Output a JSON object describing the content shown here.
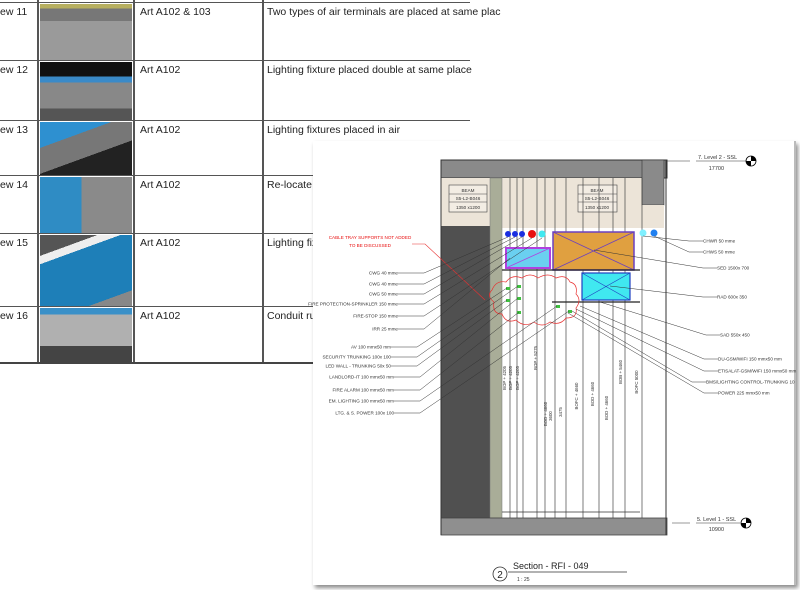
{
  "document_table": {
    "rows": [
      {
        "view": "ew 11",
        "reference": "Art A102 & 103",
        "description": "Two types of air terminals are placed at same plac"
      },
      {
        "view": "ew 12",
        "reference": "Art A102",
        "description": "Lighting fixture placed double at same place"
      },
      {
        "view": "ew 13",
        "reference": "Art A102",
        "description": "Lighting fixtures placed in air"
      },
      {
        "view": "ew 14",
        "reference": "Art A102",
        "description": "Re-locate el"
      },
      {
        "view": "ew 15",
        "reference": "Art A102",
        "description": "Lighting fixtu"
      },
      {
        "view": "ew 16",
        "reference": "Art A102",
        "description": "Conduit runn"
      }
    ]
  },
  "drawing": {
    "beam_left": {
      "title": "BEAM",
      "id": "S5-L2-B046",
      "size": "1350 x1200"
    },
    "beam_right": {
      "title": "BEAM",
      "id": "S5-L2-B046",
      "size": "1350 x1200"
    },
    "red_note": [
      "CABLE TRAY SUPPORTS NOT ADDED",
      "TO BE DISCUSSED"
    ],
    "left_labels": [
      "CWG 40 mme",
      "CWG 40 mme",
      "CWG 50 mme",
      "FIRE PROTECTION-SPRINKLER 150 mme",
      "FIRE-STOP 150 mme",
      "IRR 25 mme",
      "AV 100 mmx50 mm",
      "SECURITY TRUNKING 100x 100",
      "LED WALL - TRUNKING 50x 50",
      "LANDLORD-IT 100 mmx50 mm",
      "FIRE ALARM 100 mmx50 mm",
      "EM. LIGHTING 100 mmx50 mm",
      "LTG. & S. POWER 100x 100"
    ],
    "right_labels": [
      "CHWR 50 mme",
      "CHWS 50 mme",
      "SED 1500x 700",
      "RAD 600x 350",
      "SAD 550x 450",
      "DU-GSM/WIFI 150 mmx50 mm",
      "ETISALAT-GSM/WIFI 150 mmx50 mm",
      "BMS/LIGHTING CONTROL-TRUNKING 10",
      "POWER 225 mmx50 mm"
    ],
    "vertical_labels": [
      "BOP + 4205",
      "BOP + 4205",
      "BOP + 4205",
      "BOP + 5275",
      "BOD + 4660",
      "3600",
      "3475",
      "BOFC + 4660",
      "BOD + 4660",
      "BOD + 4660",
      "BOB + 5460",
      "BOFC 5000"
    ],
    "level_top": {
      "name": "7. Level 2 - SSL",
      "elevation": "17700"
    },
    "level_bottom": {
      "name": "5. Level 1 - SSL",
      "elevation": "10900"
    },
    "section": {
      "number": "2",
      "title": "Section - RFI - 049",
      "scale": "1 : 25"
    }
  },
  "colors": {
    "supply_duct": "#e0a040",
    "cyan_duct": "#40e8f0",
    "pipe_blue": "#1a2ee0",
    "pipe_red": "#e81010",
    "revision_cloud": "#e83030",
    "wall_dark": "#505050"
  }
}
